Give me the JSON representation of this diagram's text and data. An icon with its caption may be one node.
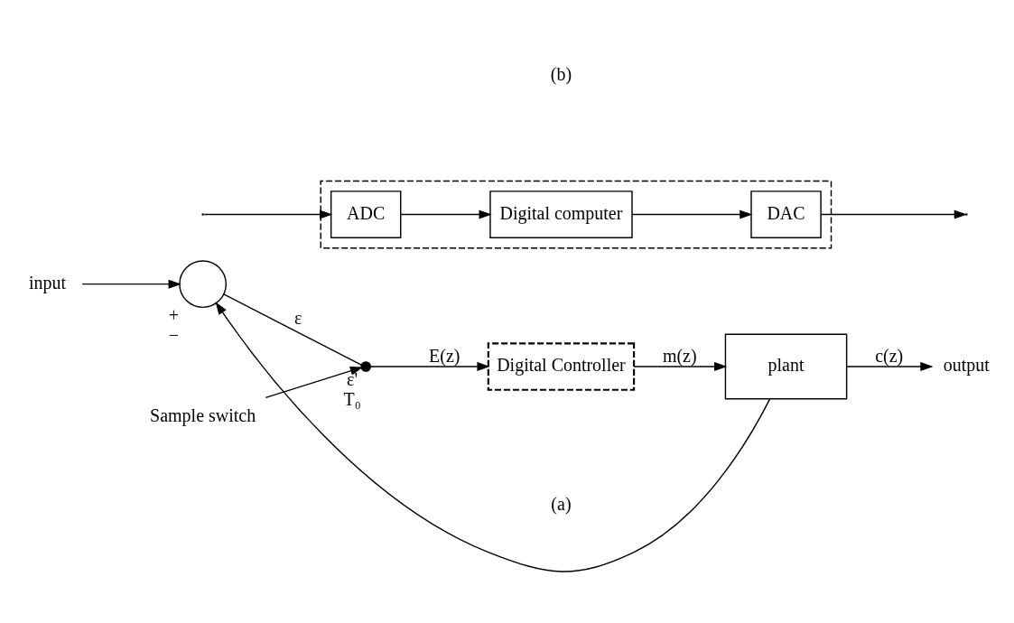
{
  "diagram": {
    "nodes": [
      {
        "text": [
          "input"
        ]
      },
      {
        "text": [],
        "shape": "circle",
        "beside": [
          "+",
          "−"
        ]
      },
      {
        "text": [
          "Sample switch"
        ]
      },
      {
        "text": [],
        "shape": "switch",
        "beside": [
          "ε'",
          "T₀"
        ]
      },
      {
        "text": [
          "Digital Controller"
        ]
      },
      {
        "text": [
          "plant"
        ]
      },
      {
        "text": [
          "output"
        ]
      },
      {
        "text": [],
        "shape": "box"
      },
      {
        "text": [
          "ADC"
        ],
        "in": 7
      },
      {
        "text": [
          "Digital computer"
        ],
        "in": 7
      },
      {
        "text": [
          "DAC"
        ],
        "in": 7
      }
    ],
    "edges": [
      {
        "from": 0,
        "to": 1,
        "arrow": "to"
      },
      {
        "from": 1,
        "to": 3,
        "arrow": "none",
        "label": "ε"
      },
      {
        "from": 2,
        "to": 3,
        "arrow": "to"
      },
      {
        "from": 3,
        "to": 4,
        "arrow": "to",
        "label": "E(z)"
      },
      {
        "from": 4,
        "to": 5,
        "arrow": "to",
        "label": "m(z)"
      },
      {
        "from": 5,
        "to": 6,
        "arrow": "to",
        "label": "c(z)"
      },
      {
        "from": 5,
        "to": 1,
        "arrow": "to"
      },
      {
        "from": null,
        "to": 8,
        "arrow": "to"
      },
      {
        "from": 8,
        "to": 9,
        "arrow": "to"
      },
      {
        "from": 9,
        "to": 10,
        "arrow": "to"
      },
      {
        "from": 10,
        "to": null,
        "arrow": "to"
      }
    ],
    "labels": [
      "(a)",
      "(b)"
    ]
  }
}
